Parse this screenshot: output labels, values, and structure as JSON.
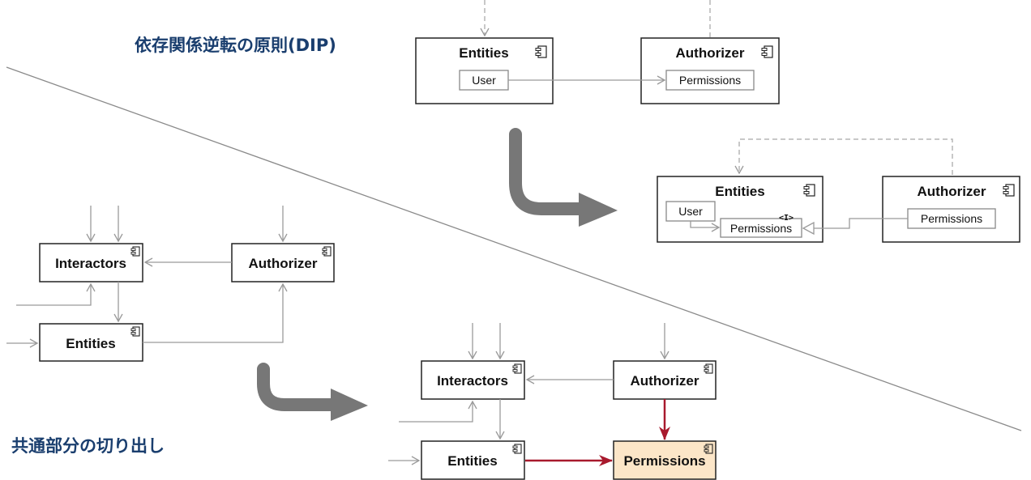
{
  "colors": {
    "heading": "#1a3e6e",
    "box_stroke": "#222222",
    "connector": "#9a9a9a",
    "diagonal": "#8a8a8a",
    "dashed": "#b5b5b5",
    "big_arrow": "#777777",
    "highlight_arrow": "#a8192d",
    "highlight_fill": "#fce6c8"
  },
  "headings": {
    "dip": "依存関係逆転の原則(DIP)",
    "extract": "共通部分の切り出し"
  },
  "dip_before": {
    "entities": {
      "title": "Entities",
      "port": "User"
    },
    "authorizer": {
      "title": "Authorizer",
      "port": "Permissions"
    }
  },
  "dip_after": {
    "entities": {
      "title": "Entities",
      "port_user": "User",
      "port_permissions": "Permissions",
      "interface_mark": "<I>"
    },
    "authorizer": {
      "title": "Authorizer",
      "port": "Permissions"
    }
  },
  "extract_before": {
    "interactors": {
      "title": "Interactors"
    },
    "authorizer": {
      "title": "Authorizer"
    },
    "entities": {
      "title": "Entities"
    }
  },
  "extract_after": {
    "interactors": {
      "title": "Interactors"
    },
    "authorizer": {
      "title": "Authorizer"
    },
    "entities": {
      "title": "Entities"
    },
    "permissions": {
      "title": "Permissions"
    }
  },
  "icons": {
    "component": "component-icon",
    "transform": "curved-arrow-icon"
  }
}
